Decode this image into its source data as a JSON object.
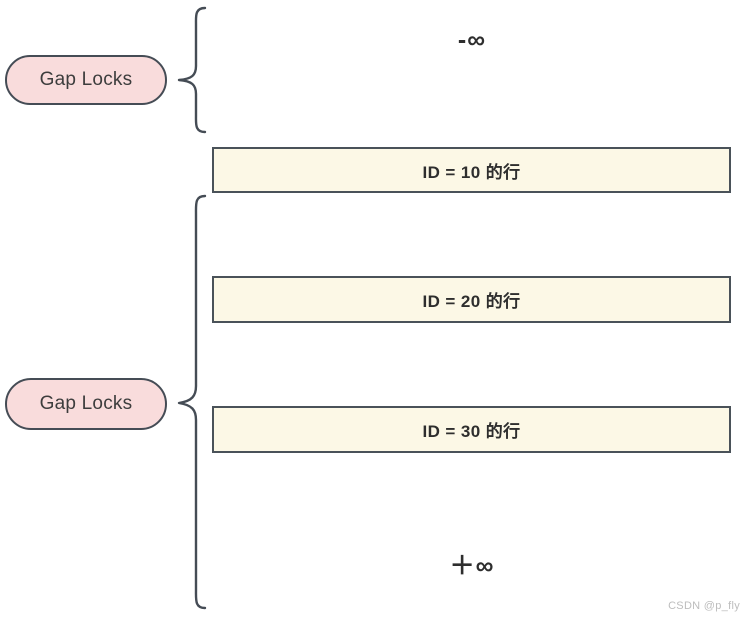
{
  "diagram": {
    "title": "MySQL Gap Locks range diagram",
    "colors": {
      "pill_fill": "#f9dcdc",
      "pill_border": "#454c55",
      "row_fill": "#fcf8e6",
      "row_border": "#4a5259",
      "brace_stroke": "#454c55",
      "text": "#2e2e2e",
      "watermark": "#bdbdbd",
      "background": "#ffffff"
    },
    "labels": {
      "gap_lock_top": "Gap Locks",
      "gap_lock_bottom": "Gap Locks",
      "negative_infinity": "-∞",
      "positive_infinity": "＋∞"
    },
    "braces": [
      {
        "name": "brace-top",
        "covers": "negative-infinity-gap"
      },
      {
        "name": "brace-bottom",
        "covers": "rows-and-positive-infinity-gap"
      }
    ],
    "rows": [
      {
        "id": 10,
        "label": "ID = 10 的行"
      },
      {
        "id": 20,
        "label": "ID = 20 的行"
      },
      {
        "id": 30,
        "label": "ID = 30 的行"
      }
    ],
    "watermark": "CSDN @p_fly"
  }
}
